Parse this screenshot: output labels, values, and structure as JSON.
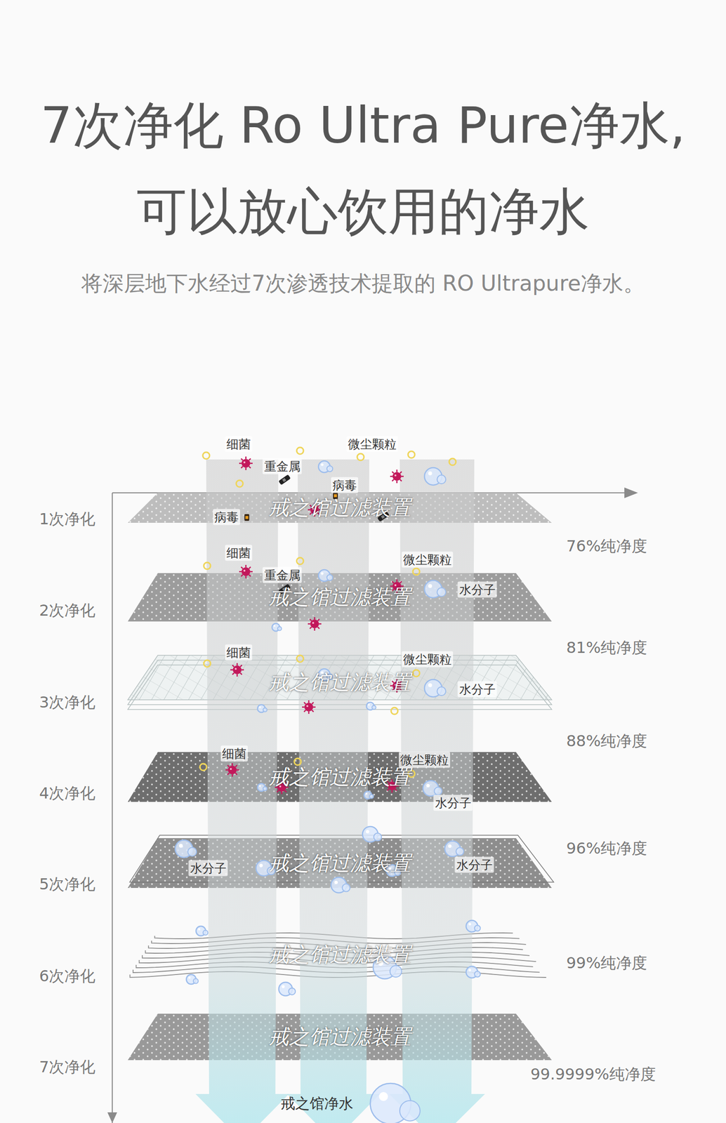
{
  "diagram": {
    "title": "7次净化 Ro Ultra Pure净水, 可以放心饮用的净水",
    "caption": "将深层地下水经过7次渗透技术提取的 RO Ultrapure净水。",
    "nodes": [
      {
        "text": [
          "戒之馆过滤装置"
        ]
      },
      {
        "text": [
          "戒之馆过滤装置"
        ]
      },
      {
        "text": [
          "戒之馆过滤装置"
        ]
      },
      {
        "text": [
          "戒之馆过滤装置"
        ]
      },
      {
        "text": [
          "戒之馆过滤装置"
        ]
      },
      {
        "text": [
          "戒之馆过滤装置"
        ]
      },
      {
        "text": [
          "戒之馆过滤装置"
        ]
      }
    ],
    "labels": [
      "细菌",
      "重金属",
      "微尘颗粒",
      "病毒",
      "病毒",
      "细菌",
      "重金属",
      "微尘颗粒",
      "水分子",
      "细菌",
      "微尘颗粒",
      "水分子",
      "细菌",
      "微尘颗粒",
      "水分子",
      "水分子",
      "水分子",
      "1次净化",
      "2次净化",
      "3次净化",
      "4次净化",
      "5次净化",
      "6次净化",
      "7次净化",
      "76%纯净度",
      "81%纯净度",
      "88%纯净度",
      "96%纯净度",
      "99%纯净度",
      "99.9999%纯净度",
      "戒之馆净水"
    ]
  }
}
